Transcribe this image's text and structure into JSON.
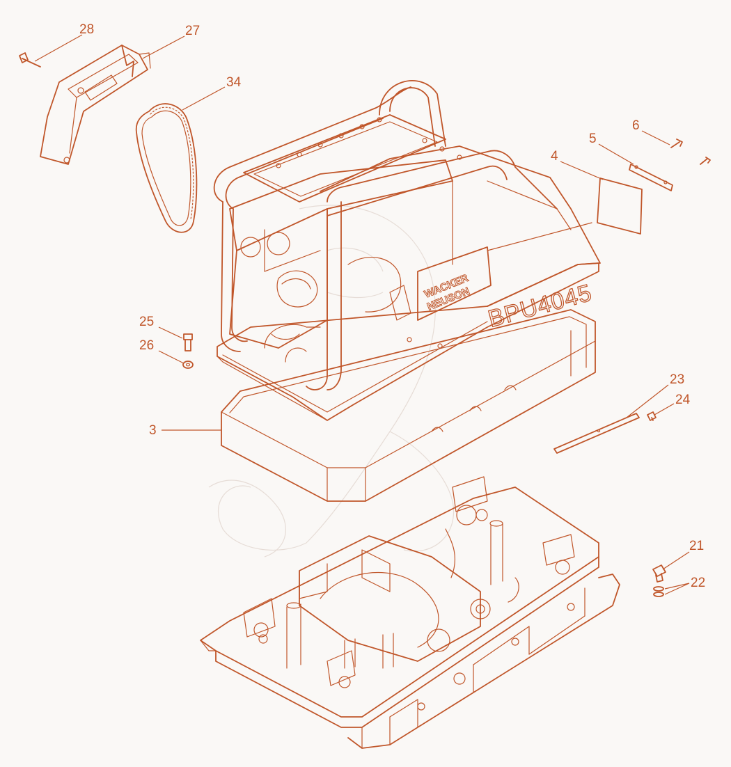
{
  "diagram": {
    "brand_lines": [
      "WACKER",
      "NEUSON"
    ],
    "model_text": "BPU4045",
    "stroke_color": "#c0562a",
    "background_color": "#faf8f6",
    "callouts": [
      {
        "id": "28",
        "label": "28"
      },
      {
        "id": "27",
        "label": "27"
      },
      {
        "id": "34",
        "label": "34"
      },
      {
        "id": "6",
        "label": "6"
      },
      {
        "id": "5",
        "label": "5"
      },
      {
        "id": "4",
        "label": "4"
      },
      {
        "id": "25",
        "label": "25"
      },
      {
        "id": "26",
        "label": "26"
      },
      {
        "id": "23",
        "label": "23"
      },
      {
        "id": "24",
        "label": "24"
      },
      {
        "id": "3",
        "label": "3"
      },
      {
        "id": "21",
        "label": "21"
      },
      {
        "id": "22",
        "label": "22"
      }
    ]
  }
}
